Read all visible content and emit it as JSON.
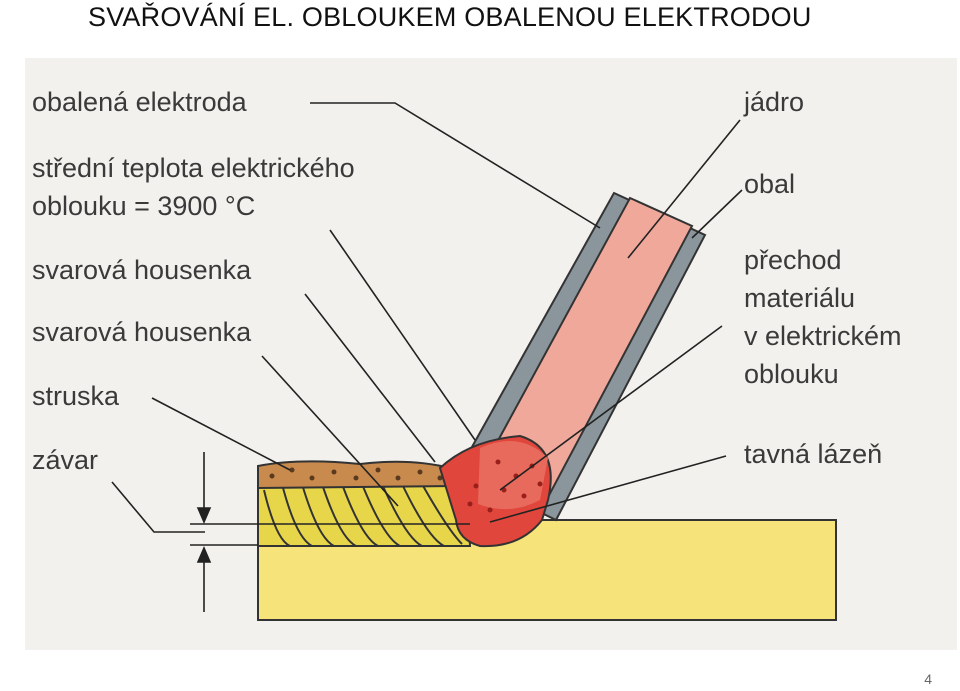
{
  "slide": {
    "title": "SVAŘOVÁNÍ EL. OBLOUKEM OBALENOU ELEKTRODOU",
    "page_number": "4"
  },
  "labels": {
    "obalena_elektroda": "obalená elektroda",
    "teplota_line1": "střední teplota elektrického",
    "teplota_line2": "oblouku = 3900 °C",
    "svarova_housenka_1": "svarová housenka",
    "svarova_housenka_2": "svarová housenka",
    "struska": "struska",
    "zavar": "závar",
    "jadro": "jádro",
    "obal": "obal",
    "prechod_line1": "přechod",
    "prechod_line2": "materiálu",
    "prechod_line3": "v elektrickém",
    "prechod_line4": "oblouku",
    "tavna_lazen": "tavná lázeň"
  },
  "colors": {
    "background_panel": "#f3f1ee",
    "base_metal": "#f6e37a",
    "weld_bead": "#e8d64a",
    "slag": "#c98a4e",
    "core": "#f0a89a",
    "coating": "#8a969c",
    "weld_pool": "#e0463c",
    "leader_line": "#222222"
  }
}
